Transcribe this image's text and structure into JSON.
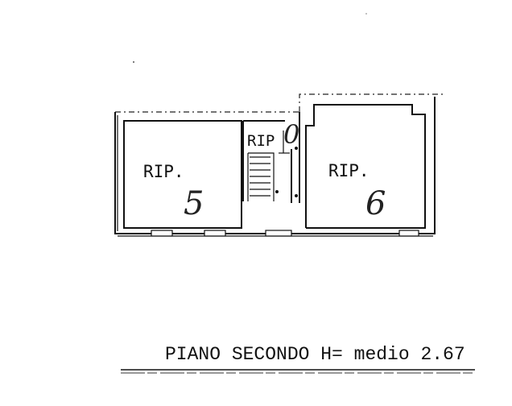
{
  "rooms": [
    {
      "label": "RIP.",
      "number": "5"
    },
    {
      "label": "RIP",
      "number": "0"
    },
    {
      "label": "RIP.",
      "number": "6"
    }
  ],
  "caption": "PIANO SECONDO H= medio 2.67"
}
